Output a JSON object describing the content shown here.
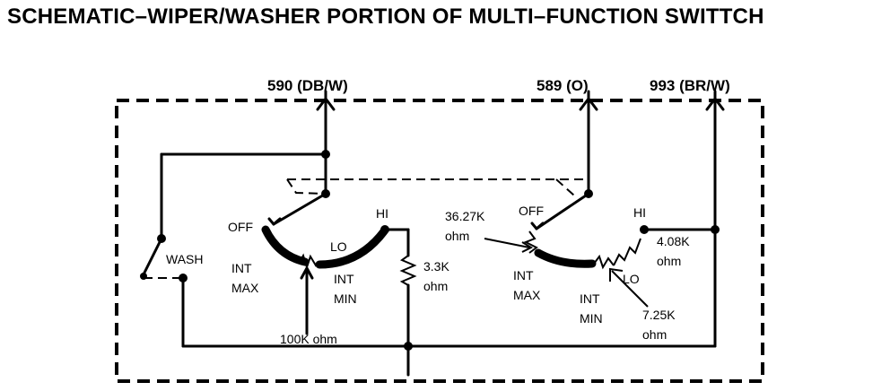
{
  "title": "SCHEMATIC–WIPER/WASHER PORTION OF MULTI–FUNCTION SWITTCH",
  "circuits": {
    "c590": "590 (DB/W)",
    "c589": "589 (O)",
    "c993": "993 (BR/W)"
  },
  "left_switch": {
    "off": "OFF",
    "hi": "HI",
    "lo": "LO",
    "int_max": "INT",
    "int_max2": "MAX",
    "int_min": "INT",
    "int_min2": "MIN",
    "wash": "WASH",
    "r1": "3.3K",
    "r1_unit": "ohm",
    "pot": "100K ohm"
  },
  "right_switch": {
    "off": "OFF",
    "hi": "HI",
    "lo": "LO",
    "int_max": "INT",
    "int_max2": "MAX",
    "int_min": "INT",
    "int_min2": "MIN",
    "r_a": "36.27K",
    "r_a_unit": "ohm",
    "r_b": "4.08K",
    "r_b_unit": "ohm",
    "r_c": "7.25K",
    "r_c_unit": "ohm"
  }
}
